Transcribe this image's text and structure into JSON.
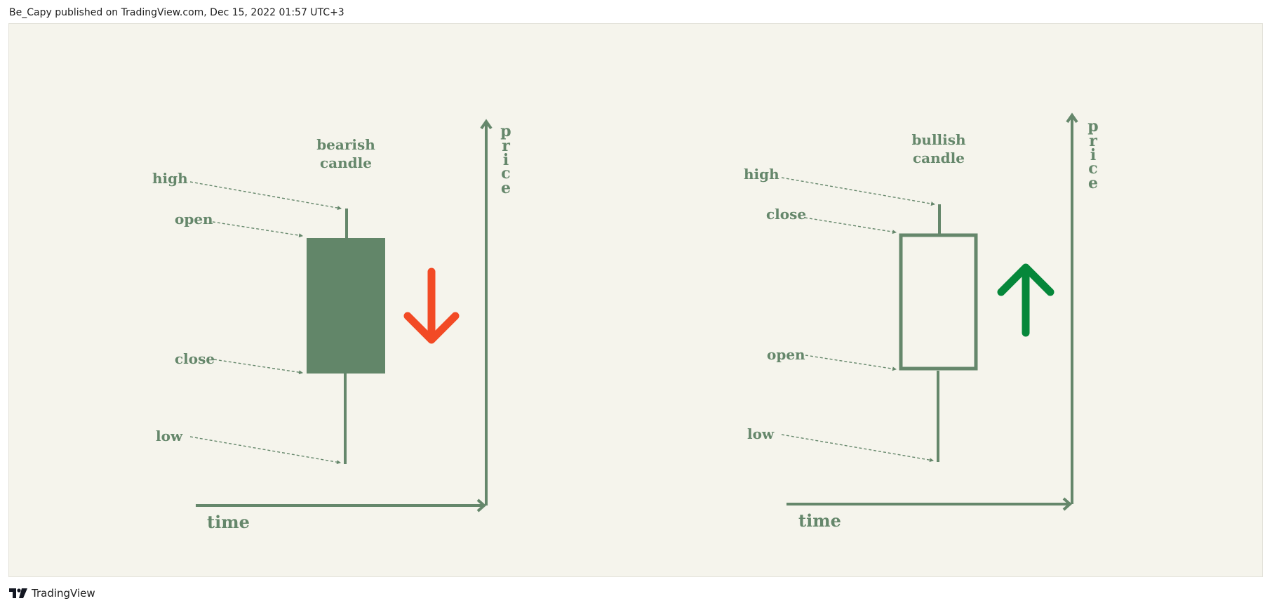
{
  "header": {
    "attribution": "Be_Capy published on TradingView.com, Dec 15, 2022 01:57 UTC+3"
  },
  "footer": {
    "brand_icon": "tradingview-logo-icon",
    "brand_text": "TradingView"
  },
  "colors": {
    "panel_background": "#f5f4ec",
    "diagram_green": "#65876b",
    "bearish_arrow": "#f24a25",
    "bullish_arrow": "#05873a"
  },
  "diagrams": {
    "bearish": {
      "title_line1": "bearish",
      "title_line2": "candle",
      "labels": {
        "high": "high",
        "open": "open",
        "close": "close",
        "low": "low"
      },
      "axis": {
        "x": "time",
        "y": [
          "p",
          "r",
          "i",
          "c",
          "e"
        ]
      },
      "arrow_icon": "arrow-down-icon"
    },
    "bullish": {
      "title_line1": "bullish",
      "title_line2": "candle",
      "labels": {
        "high": "high",
        "close": "close",
        "open": "open",
        "low": "low"
      },
      "axis": {
        "x": "time",
        "y": [
          "p",
          "r",
          "i",
          "c",
          "e"
        ]
      },
      "arrow_icon": "arrow-up-icon"
    }
  }
}
